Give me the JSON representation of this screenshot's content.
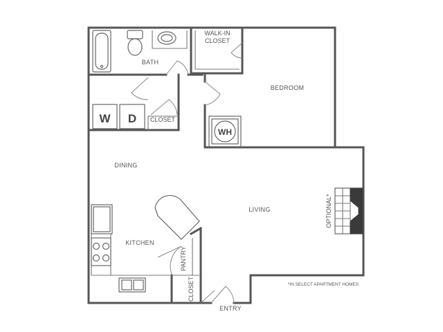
{
  "rooms": {
    "bath": "BATH",
    "walk_in_closet_line1": "WALK-IN",
    "walk_in_closet_line2": "CLOSET",
    "bedroom": "BEDROOM",
    "closet_hall": "CLOSET",
    "dining": "DINING",
    "living": "LIVING",
    "kitchen": "KITCHEN",
    "pantry": "PANTRY",
    "closet_entry": "CLOSET",
    "entry": "ENTRY"
  },
  "appliances": {
    "washer": "W",
    "dryer": "D",
    "water_heater": "WH"
  },
  "fireplace_label": "OPTIONAL*",
  "footnote": "*IN SELECT APARTMENT HOMES",
  "colors": {
    "wall": "#555555",
    "text": "#555555",
    "background": "#ffffff"
  }
}
